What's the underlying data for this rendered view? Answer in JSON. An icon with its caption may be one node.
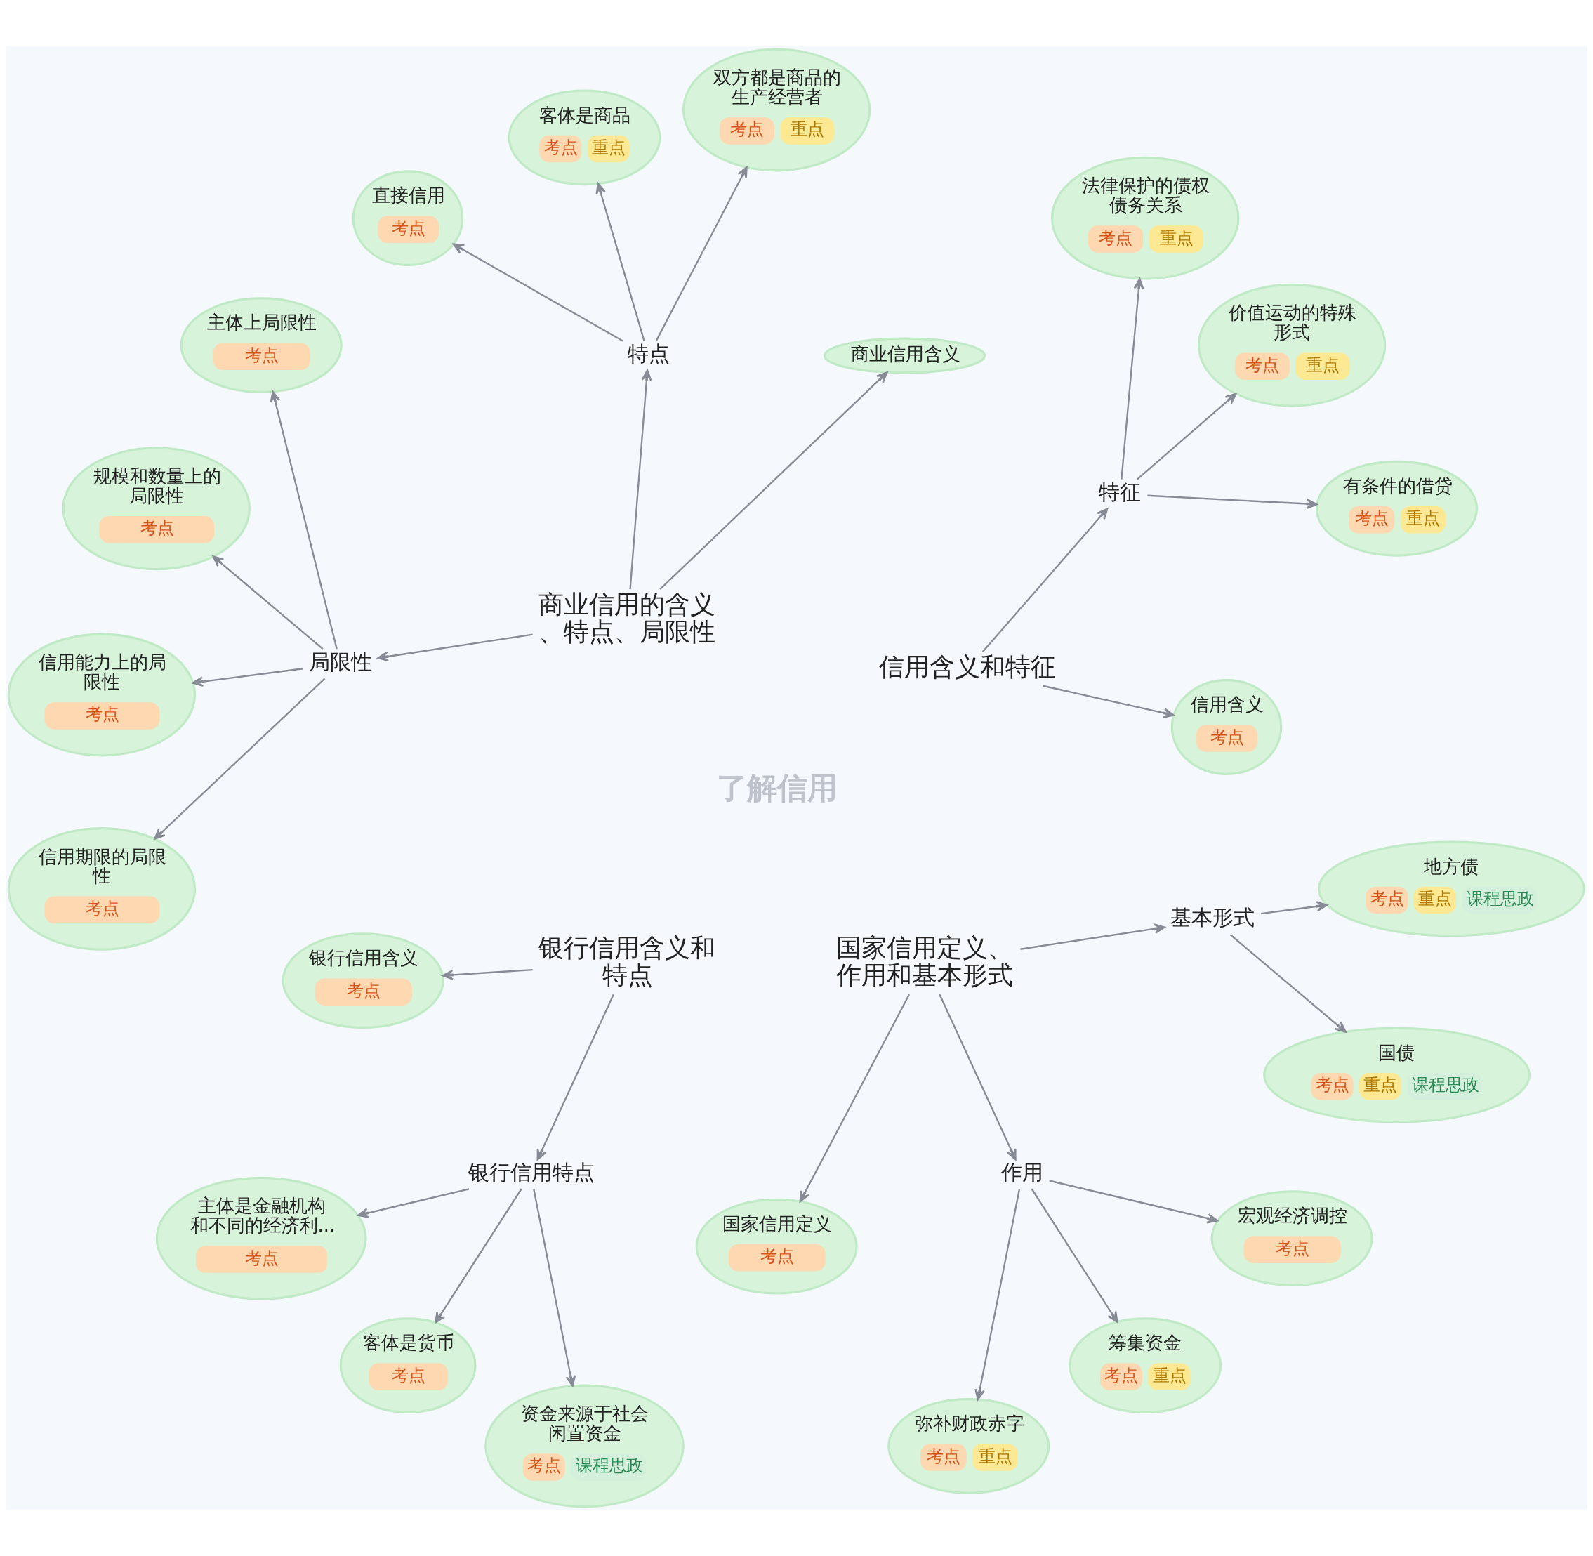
{
  "diagram": {
    "nodes": [
      {
        "text": [
          "法律保护的债权债务关系",
          "考点",
          "重点"
        ]
      },
      {
        "text": [
          "价值运动的特殊形式",
          "考点",
          "重点"
        ]
      },
      {
        "text": [
          "双方都是商品的生产经营者",
          "考点",
          "重点"
        ]
      },
      {
        "text": [
          "有条件的借贷",
          "考点",
          "重点"
        ]
      },
      {
        "text": [
          "客体是商品",
          "考点",
          "重点"
        ]
      },
      {
        "text": [
          "地方债",
          "考点",
          "重点",
          "课程思政"
        ]
      },
      {
        "text": [
          "特征"
        ]
      },
      {
        "text": [
          "信用含义",
          "考点"
        ]
      },
      {
        "text": [
          "商业信用含义"
        ]
      },
      {
        "text": [
          "直接信用",
          "考点"
        ]
      },
      {
        "text": [
          "国债",
          "考点",
          "重点",
          "课程思政"
        ]
      },
      {
        "text": [
          "信用含义和特征"
        ]
      },
      {
        "text": [
          "基本形式"
        ]
      },
      {
        "text": [
          "商业信用的含义、特点、局限性"
        ]
      },
      {
        "text": [
          "特点"
        ]
      },
      {
        "text": [
          "主体上局限性",
          "考点"
        ]
      },
      {
        "text": [
          "宏观经济调控",
          "考点"
        ]
      },
      {
        "text": [
          "作用"
        ]
      },
      {
        "text": [
          "国家信用定义、作用和基本形式"
        ]
      },
      {
        "text": [
          "局限性"
        ]
      },
      {
        "text": [
          "银行信用含义和特点"
        ]
      },
      {
        "text": [
          "规模和数量上的局限性",
          "考点"
        ]
      },
      {
        "text": [
          "筹集资金",
          "考点",
          "重点"
        ]
      },
      {
        "text": [
          "国家信用定义",
          "考点"
        ]
      },
      {
        "text": [
          "银行信用含义",
          "考点"
        ]
      },
      {
        "text": [
          "银行信用特点"
        ]
      },
      {
        "text": [
          "信用能力上的局限性",
          "考点"
        ]
      },
      {
        "text": [
          "弥补财政赤字",
          "考点",
          "重点"
        ]
      },
      {
        "text": [
          "信用期限的局限性",
          "考点"
        ]
      },
      {
        "text": [
          "资金来源于社会闲置资金",
          "考点",
          "课程思政"
        ]
      },
      {
        "text": [
          "主体是金融机构和不同的经济利...",
          "考点"
        ]
      },
      {
        "text": [
          "客体是货币",
          "考点"
        ]
      }
    ],
    "edges": [
      {
        "from": 11,
        "to": 7,
        "arrow": "to"
      },
      {
        "from": 11,
        "to": 6,
        "arrow": "to"
      },
      {
        "from": 6,
        "to": 3,
        "arrow": "to"
      },
      {
        "from": 6,
        "to": 1,
        "arrow": "to"
      },
      {
        "from": 6,
        "to": 0,
        "arrow": "to"
      },
      {
        "from": 13,
        "to": 8,
        "arrow": "to"
      },
      {
        "from": 13,
        "to": 14,
        "arrow": "to"
      },
      {
        "from": 13,
        "to": 19,
        "arrow": "to"
      },
      {
        "from": 14,
        "to": 2,
        "arrow": "to"
      },
      {
        "from": 14,
        "to": 4,
        "arrow": "to"
      },
      {
        "from": 14,
        "to": 9,
        "arrow": "to"
      },
      {
        "from": 19,
        "to": 15,
        "arrow": "to"
      },
      {
        "from": 19,
        "to": 21,
        "arrow": "to"
      },
      {
        "from": 19,
        "to": 26,
        "arrow": "to"
      },
      {
        "from": 19,
        "to": 28,
        "arrow": "to"
      },
      {
        "from": 20,
        "to": 24,
        "arrow": "to"
      },
      {
        "from": 20,
        "to": 25,
        "arrow": "to"
      },
      {
        "from": 25,
        "to": 30,
        "arrow": "to"
      },
      {
        "from": 25,
        "to": 31,
        "arrow": "to"
      },
      {
        "from": 25,
        "to": 29,
        "arrow": "to"
      },
      {
        "from": 18,
        "to": 23,
        "arrow": "to"
      },
      {
        "from": 18,
        "to": 17,
        "arrow": "to"
      },
      {
        "from": 18,
        "to": 12,
        "arrow": "to"
      },
      {
        "from": 17,
        "to": 27,
        "arrow": "to"
      },
      {
        "from": 17,
        "to": 22,
        "arrow": "to"
      },
      {
        "from": 17,
        "to": 16,
        "arrow": "to"
      },
      {
        "from": 12,
        "to": 10,
        "arrow": "to"
      },
      {
        "from": 12,
        "to": 5,
        "arrow": "to"
      }
    ],
    "labels": [
      "了解信用"
    ]
  }
}
